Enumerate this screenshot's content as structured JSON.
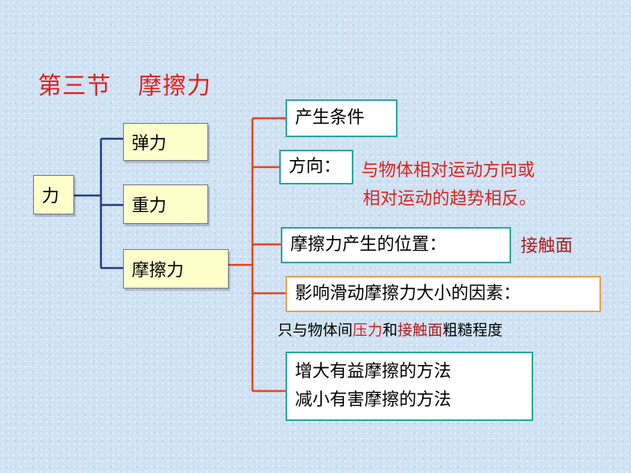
{
  "title": {
    "part1": "第三节",
    "part2": "摩擦力"
  },
  "root": "力",
  "branches": [
    "弹力",
    "重力",
    "摩擦力"
  ],
  "friction": {
    "conditions": "产生条件",
    "direction_label": "方向：",
    "direction_text1": "与物体相对运动方向或",
    "direction_text2": "相对运动的趋势相反。",
    "position_label": "摩擦力产生的位置：",
    "position_value": "接触面",
    "factors_label": "影响滑动摩擦力大小的因素：",
    "factors_text": {
      "p1": "只与物体间",
      "p2": "压力",
      "p3": "和",
      "p4": "接触面",
      "p5": "粗糙程度"
    },
    "method1": "增大有益摩擦的方法",
    "method2": "减小有害摩擦的方法"
  },
  "colors": {
    "left_connector": "#1f3f7a",
    "right_connector": "#e8441c",
    "title": "#e0201c",
    "highlight": "#e0201c"
  }
}
